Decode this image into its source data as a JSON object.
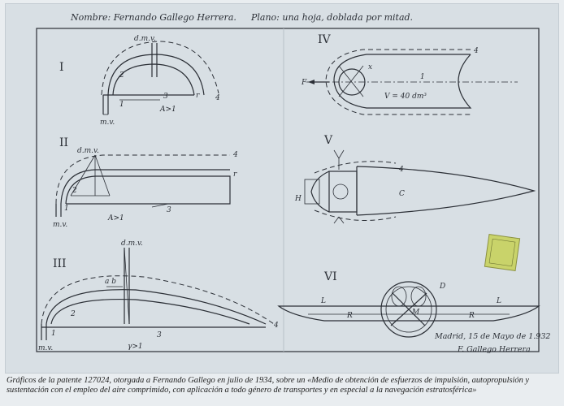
{
  "sheet": {
    "header_name": "Nombre: Fernando Gallego Herrera.",
    "header_plan": "Plano: una hoja, doblada por mitad.",
    "signature_date": "Madrid, 15 de Mayo de 1.932",
    "signature_name": "F. Gallego Herrera"
  },
  "figures": [
    {
      "numeral": "I",
      "labels": {
        "dmv": "d.m.v.",
        "mv": "m.v.",
        "cond": "A>1",
        "n1": "1",
        "n2": "2",
        "n3": "3",
        "n4": "4",
        "r": "r"
      }
    },
    {
      "numeral": "II",
      "labels": {
        "dmv": "d.m.v.",
        "mv": "m.v.",
        "cond": "A>1",
        "n1": "1",
        "n2": "2",
        "n3": "3",
        "n4": "4",
        "r": "r"
      }
    },
    {
      "numeral": "III",
      "labels": {
        "dmv": "d.m.v.",
        "mv": "m.v.",
        "cond": "γ>1",
        "ab": "a b",
        "n1": "1",
        "n2": "2",
        "n3": "3",
        "n4": "4"
      }
    },
    {
      "numeral": "IV",
      "labels": {
        "F": "F",
        "n1": "1",
        "n4": "4",
        "volume": "V = 40 dm³",
        "x": "x"
      }
    },
    {
      "numeral": "V",
      "labels": {
        "C": "C",
        "H": "H",
        "n4": "4"
      }
    },
    {
      "numeral": "VI",
      "labels": {
        "D": "D",
        "L_left": "L",
        "L_right": "L",
        "R_left": "R",
        "R_right": "R",
        "M": "M"
      }
    }
  ],
  "caption": "Gráficos de la patente 127024, otorgada a Fernando Gallego en julio de 1934, sobre un «Medio de obtención de esfuerzos de impulsión, autopropulsión y sustentación con el empleo del aire comprimido, con aplicación a todo género de transportes y en especial a la navegación estratosférica»",
  "colors": {
    "paper": "#d8dfe4",
    "ink": "#2b2f36",
    "stamp": "#c9d36a"
  }
}
